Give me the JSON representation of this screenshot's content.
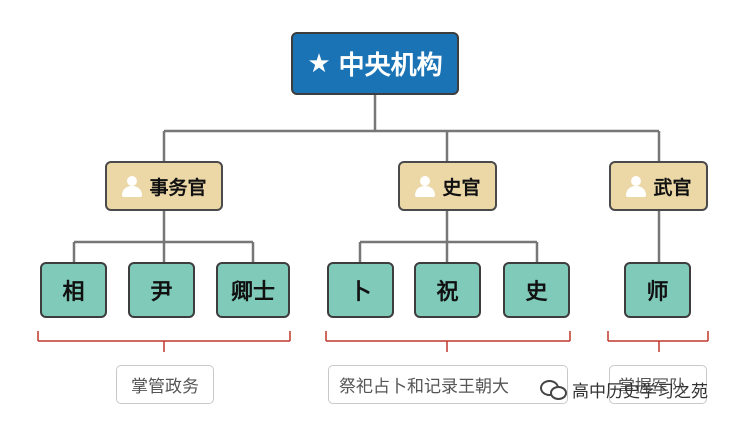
{
  "root": {
    "label": "中央机构",
    "icon": "star-icon"
  },
  "categories": [
    {
      "label": "事务官",
      "icon": "person-icon"
    },
    {
      "label": "史官",
      "icon": "person-icon"
    },
    {
      "label": "武官",
      "icon": "person-icon"
    }
  ],
  "leaves": [
    "相",
    "尹",
    "卿士",
    "卜",
    "祝",
    "史",
    "师"
  ],
  "notes": [
    "掌管政务",
    "祭祀占卜和记录王朝大",
    "掌握军队"
  ],
  "watermark": {
    "text": "高中历史学习之苑",
    "icon": "wechat-icon"
  },
  "colors": {
    "root_fill": "#1a73b4",
    "category_fill": "#ecd7a7",
    "leaf_fill": "#7fcab9",
    "bracket": "#c0392b",
    "connector": "#777777"
  }
}
